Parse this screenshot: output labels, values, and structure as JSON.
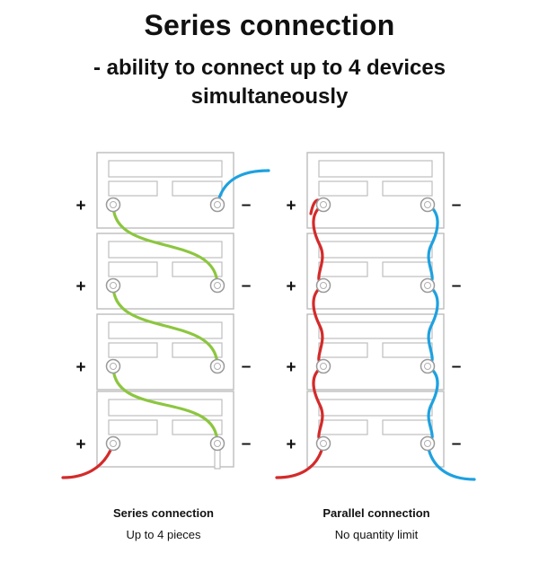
{
  "header": {
    "title": "Series connection",
    "subtitle_line1": "- ability to connect up to 4 devices",
    "subtitle_line2": "simultaneously"
  },
  "terminals": {
    "plus": "+",
    "minus": "–"
  },
  "series": {
    "caption": "Series connection",
    "detail": "Up to 4 pieces"
  },
  "parallel": {
    "caption": "Parallel connection",
    "detail": "No quantity limit"
  },
  "colors": {
    "red": "#d42a2a",
    "blue": "#1ea1e0",
    "green": "#8cc63f",
    "outline": "#bdbdbd"
  }
}
